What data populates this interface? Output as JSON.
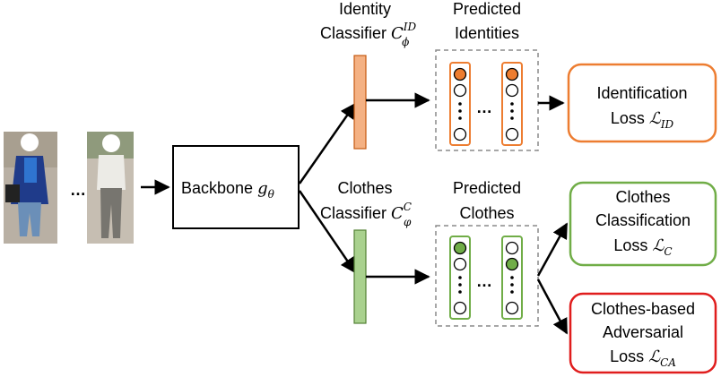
{
  "input": {
    "dots": "…"
  },
  "backbone": {
    "label": "Backbone ",
    "sym": "g",
    "sub": "θ"
  },
  "identity_classifier": {
    "line1": "Identity",
    "line2": "Classifier ",
    "sym": "C",
    "sub": "ϕ",
    "sup": "ID",
    "color": "#f4b183",
    "stroke": "#c55a11"
  },
  "clothes_classifier": {
    "line1": "Clothes",
    "line2": "Classifier ",
    "sym": "C",
    "sub": "φ",
    "sup": "C",
    "color": "#a9d18e",
    "stroke": "#538135"
  },
  "predicted_identities": {
    "line1": "Predicted",
    "line2": "Identities",
    "dots": "…",
    "active_color": "#ed7d31",
    "border_color": "#ed7d31"
  },
  "predicted_clothes": {
    "line1": "Predicted",
    "line2": "Clothes",
    "dots": "…",
    "active_color": "#70ad47",
    "border_color": "#70ad47"
  },
  "losses": {
    "id": {
      "line1": "Identification",
      "line2": "Loss ",
      "sym": "ℒ",
      "sub": "ID",
      "color": "#ed7d31"
    },
    "c": {
      "line1": "Clothes",
      "line2": "Classification",
      "line3": "Loss ",
      "sym": "ℒ",
      "sub": "C",
      "color": "#70ad47"
    },
    "ca": {
      "line1": "Clothes-based",
      "line2": "Adversarial",
      "line3": "Loss ",
      "sym": "ℒ",
      "sub": "CA",
      "color": "#e01d1d"
    }
  }
}
